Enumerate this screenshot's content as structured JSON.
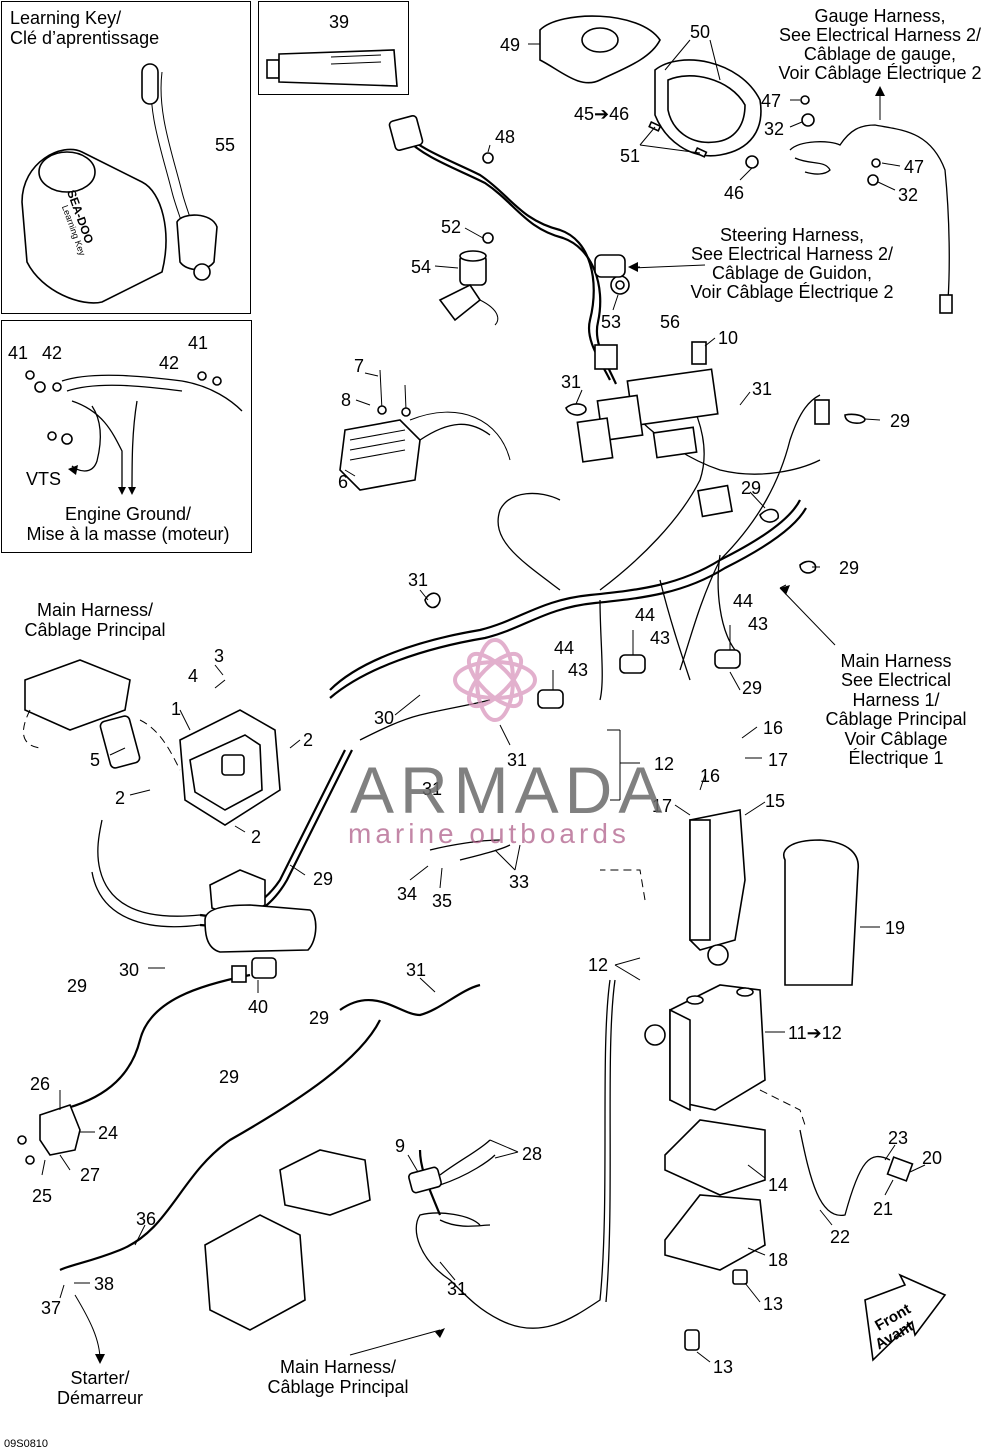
{
  "figure_code": "09S0810",
  "watermark": {
    "title": "ARMADA",
    "subtitle": "marine outboards",
    "color": "#b0608a"
  },
  "boxes": {
    "learning_key": {
      "line1": "Learning Key/",
      "line2": "Clé d’aprentissage",
      "part": "55",
      "key_text": "SEA-DOO",
      "key_sub": "Learning Key"
    },
    "grease": {
      "part": "39"
    },
    "ground": {
      "parts": [
        "41",
        "42",
        "42",
        "41"
      ],
      "vts": "VTS",
      "line1": "Engine Ground/",
      "line2": "Mise à la masse (moteur)"
    }
  },
  "callouts": {
    "gauge_harness": [
      "Gauge Harness,",
      "See Electrical Harness 2/",
      "Câblage de gauge,",
      "Voir Câblage Électrique 2"
    ],
    "steering_harness": [
      "Steering Harness,",
      "See Electrical Harness 2/",
      "Câblage de Guidon,",
      "Voir Câblage Électrique 2"
    ],
    "main_harness_left": [
      "Main Harness/",
      "Câblage Principal"
    ],
    "main_harness_right": [
      "Main Harness",
      "See Electrical",
      "Harness 1/",
      "Câblage Principal",
      "Voir Câblage",
      "Électrique 1"
    ],
    "main_harness_bottom": [
      "Main Harness/",
      "Câblage Principal"
    ],
    "starter": [
      "Starter/",
      "Démarreur"
    ],
    "front": [
      "Front",
      "Avant"
    ]
  },
  "labels": [
    "49",
    "50",
    "45➔46",
    "51",
    "46",
    "47",
    "32",
    "47",
    "32",
    "48",
    "52",
    "54",
    "53",
    "56",
    "10",
    "31",
    "31",
    "29",
    "7",
    "8",
    "6",
    "29",
    "29",
    "31",
    "44",
    "43",
    "44",
    "43",
    "29",
    "44",
    "43",
    "3",
    "4",
    "1",
    "5",
    "2",
    "2",
    "2",
    "30",
    "31",
    "31",
    "12",
    "16",
    "17",
    "16",
    "17",
    "15",
    "34",
    "35",
    "33",
    "29",
    "19",
    "30",
    "29",
    "40",
    "31",
    "29",
    "29",
    "12",
    "11➔12",
    "26",
    "24",
    "27",
    "25",
    "9",
    "28",
    "23",
    "20",
    "21",
    "22",
    "14",
    "18",
    "36",
    "13",
    "13",
    "37",
    "38",
    "31"
  ]
}
